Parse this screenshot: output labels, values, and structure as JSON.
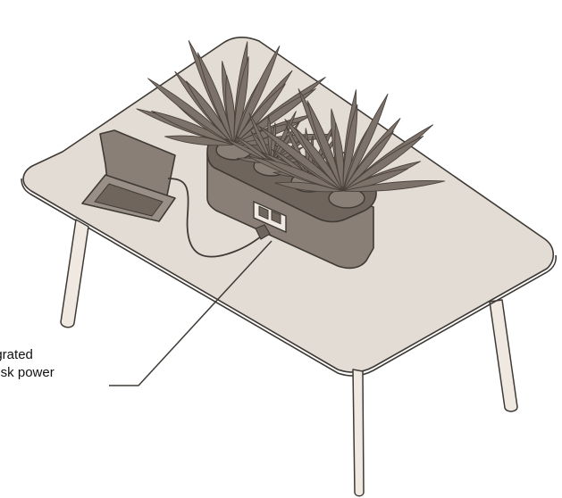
{
  "colors": {
    "stroke": "#3f3a35",
    "tabletop": "#e3dcd5",
    "tabletop_edge": "#cfc6bd",
    "leg": "#efe9e2",
    "planter": "#8a7f76",
    "planter_dark": "#6f655d",
    "foliage": "#7d726a",
    "foliage_line": "#4a423c",
    "laptop": "#9a8f86",
    "laptop_screen": "#8a7f77",
    "background": "#ffffff"
  },
  "icons": [
    "desk",
    "planter",
    "plants",
    "laptop",
    "power-outlet",
    "cable"
  ],
  "callout": {
    "line1": "egrated",
    "line2": "desk power"
  }
}
